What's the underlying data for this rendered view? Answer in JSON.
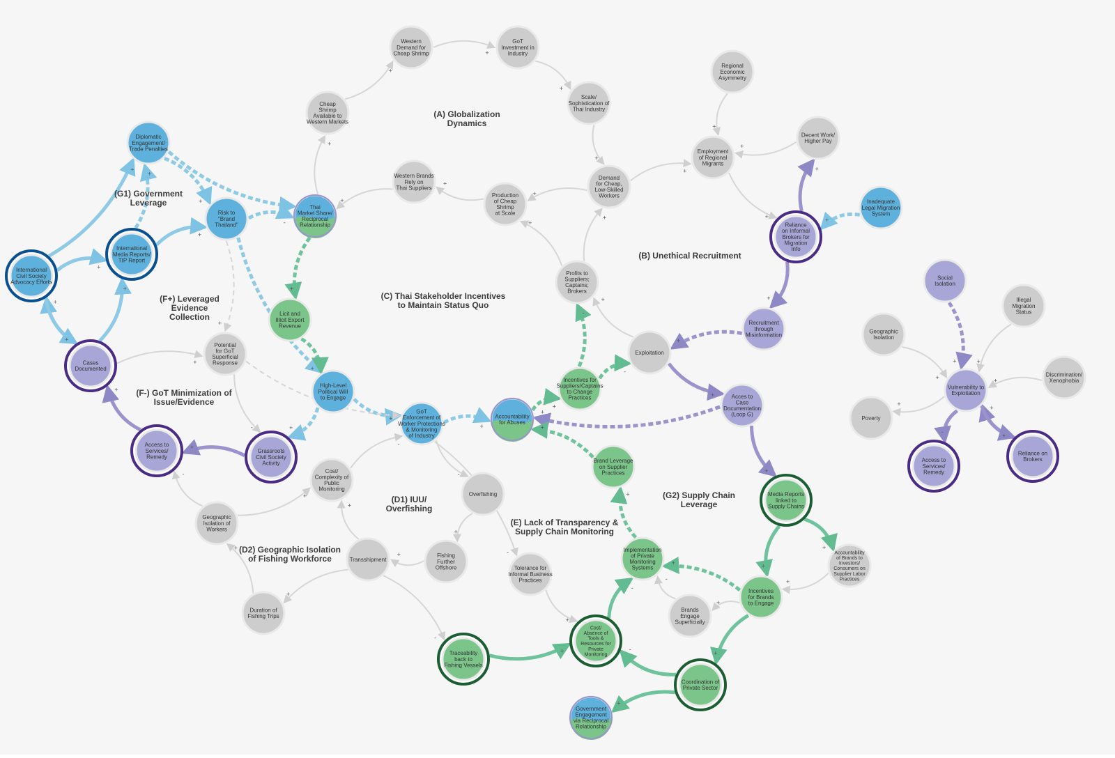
{
  "colors": {
    "background": "#f6f6f6",
    "grey_node": "#cdcdcd",
    "blue_node": "#5eb1dd",
    "blue_ring": "#0b4f93",
    "purple_node": "#a7a6d6",
    "purple_ring": "#4a2b86",
    "green_node": "#7cc58a",
    "green_ring": "#1b5e34",
    "edge_grey": "#d9d9d9",
    "edge_blue": "#8ecae6",
    "edge_purple": "#9a93cc",
    "edge_green": "#6fc39c"
  },
  "nodes": [
    {
      "id": "western-demand",
      "label": "Western\nDemand for\nCheap Shrimp",
      "color": "grey"
    },
    {
      "id": "got-investment",
      "label": "GoT\nInvestment in\nIndustry",
      "color": "grey"
    },
    {
      "id": "cheap-shrimp",
      "label": "Cheap\nShrimp\nAvailable to\nWestern Markets",
      "color": "grey"
    },
    {
      "id": "scale-sophistication",
      "label": "Scale/\nSophistication of\nThai Industry",
      "color": "grey"
    },
    {
      "id": "regional-economic",
      "label": "Regional\nEconomic\nAsymmetry",
      "color": "grey"
    },
    {
      "id": "decent-work",
      "label": "Decent Work/\nHigher Pay",
      "color": "grey"
    },
    {
      "id": "employment-regional",
      "label": "Employment\nof Regional\nMigrants",
      "color": "grey"
    },
    {
      "id": "diplomatic-engagement",
      "label": "Diplomatic\nEngagement/\nTrade Penalties",
      "color": "blue"
    },
    {
      "id": "western-brands",
      "label": "Western Brands\nRely on\nThai Suppliers",
      "color": "grey"
    },
    {
      "id": "demand-cheap",
      "label": "Demand\nfor Cheap,\nLow-Skilled\nWorkers",
      "color": "grey"
    },
    {
      "id": "production-cheap",
      "label": "Production\nof Cheap\nShrimp\nat Scale",
      "color": "grey"
    },
    {
      "id": "inadequate-legal",
      "label": "Inadequate\nLegal Migration\nSystem",
      "color": "blue"
    },
    {
      "id": "risk-brand",
      "label": "Risk to\n\"Brand\nThailand\"",
      "color": "blue"
    },
    {
      "id": "thai-market-share",
      "label": "Thai\nMarket Share/\nReciprocal\nRelationship",
      "color": "mix"
    },
    {
      "id": "reliance-informal",
      "label": "Reliance\non Informal\nBrokers for\nMigration\nInfo",
      "color": "purple",
      "ring": true
    },
    {
      "id": "intl-media",
      "label": "International\nMedia Reports/\nTIP Report",
      "color": "blue",
      "ring": true
    },
    {
      "id": "intl-civil",
      "label": "International\nCivil Society\nAdvocacy Efforts",
      "color": "blue",
      "ring": true
    },
    {
      "id": "profits-suppliers",
      "label": "Profits to\nSuppliers;\nCaptains;\nBrokers",
      "color": "grey"
    },
    {
      "id": "social-isolation",
      "label": "Social\nIsolation",
      "color": "purple"
    },
    {
      "id": "illegal-migration",
      "label": "Illegal\nMigration\nStatus",
      "color": "grey"
    },
    {
      "id": "licit-illicit",
      "label": "Licit and\nIllicit Export\nRevenue",
      "color": "green"
    },
    {
      "id": "recruitment-misinfo",
      "label": "Recruitment\nthrough\nMisinformation",
      "color": "purple"
    },
    {
      "id": "geographic-isolation-r",
      "label": "Geographic\nIsolation",
      "color": "grey"
    },
    {
      "id": "potential-got",
      "label": "Potential\nfor GoT\nSuperficial\nResponse",
      "color": "grey"
    },
    {
      "id": "exploitation",
      "label": "Exploitation",
      "color": "grey"
    },
    {
      "id": "cases-documented",
      "label": "Cases\nDocumented",
      "color": "purple",
      "ring": true
    },
    {
      "id": "discrimination",
      "label": "Discrimination/\nXenophobia",
      "color": "grey"
    },
    {
      "id": "incentives-suppliers",
      "label": "Incentives for\nSuppliers/Captains\nto Change\nPractices",
      "color": "green"
    },
    {
      "id": "high-level-political",
      "label": "High-Level\nPolitical Will\nto Engage",
      "color": "blue"
    },
    {
      "id": "vulnerability",
      "label": "Vulnerability to\nExploitation",
      "color": "purple"
    },
    {
      "id": "access-case-doc",
      "label": "Acces to\nCase\nDocumentation\n(Loop G)",
      "color": "purple"
    },
    {
      "id": "poverty",
      "label": "Poverty",
      "color": "grey"
    },
    {
      "id": "accountability-abuses",
      "label": "Accountability\nfor Abuses",
      "color": "mix"
    },
    {
      "id": "got-enforcement",
      "label": "GoT\nEnforcement of\nWorker Protections\n& Monitoring\nof Industry",
      "color": "blue"
    },
    {
      "id": "access-services-l",
      "label": "Access to\nServices/\nRemedy",
      "color": "purple",
      "ring": true
    },
    {
      "id": "grassroots",
      "label": "Grassroots\nCivil Society\nActivity",
      "color": "purple",
      "ring": true
    },
    {
      "id": "access-services-r",
      "label": "Access to\nServices/\nRemedy",
      "color": "purple",
      "ring": true
    },
    {
      "id": "reliance-brokers",
      "label": "Reliance on\nBrokers",
      "color": "purple",
      "ring": true
    },
    {
      "id": "brand-leverage",
      "label": "Brand Leverage\non Supplier\nPractices",
      "color": "green"
    },
    {
      "id": "cost-complexity",
      "label": "Cost/\nComplexity of\nPublic\nMonitoring",
      "color": "grey"
    },
    {
      "id": "media-reports-supply",
      "label": "Media Reports\nlinked to\nSupply Chains",
      "color": "green",
      "ring": true
    },
    {
      "id": "overfishing",
      "label": "Overfishing",
      "color": "grey"
    },
    {
      "id": "geographic-isolation-workers",
      "label": "Geographic\nIsolation of\nWorkers",
      "color": "grey"
    },
    {
      "id": "accountability-brands",
      "label": "Accountability\nof Brands to\nInvestors/\nConsumers on\nSupplier Labor\nPractices",
      "color": "grey"
    },
    {
      "id": "implementation-private",
      "label": "Implementation\nof Private\nMonitoring\nSystems",
      "color": "green"
    },
    {
      "id": "fishing-further",
      "label": "Fishing\nFurther\nOffshore",
      "color": "grey"
    },
    {
      "id": "transshipment",
      "label": "Transshipment",
      "color": "grey"
    },
    {
      "id": "tolerance-informal",
      "label": "Tolerance for\nInformal Business\nPractices",
      "color": "grey"
    },
    {
      "id": "incentives-brands",
      "label": "Incentives\nfor Brands\nto Engage",
      "color": "green"
    },
    {
      "id": "duration-fishing",
      "label": "Duration of\nFishing Trips",
      "color": "grey"
    },
    {
      "id": "brands-engage-superficially",
      "label": "Brands\nEngage\nSuperficially",
      "color": "grey"
    },
    {
      "id": "cost-absence-tools",
      "label": "Cost/\nAbsence of\nTools &\nResources for\nPrivate\nMonitoring",
      "color": "green",
      "ring": true
    },
    {
      "id": "traceability",
      "label": "Traceability\nback to\nFishing Vessels",
      "color": "green",
      "ring": true
    },
    {
      "id": "coordination-private",
      "label": "Coordination of\nPrivate Sector",
      "color": "green",
      "ring": true
    },
    {
      "id": "government-engagement",
      "label": "Government\nEngagement\nvia Reciprocal\nRelationship",
      "color": "mix"
    }
  ],
  "loop_labels": [
    {
      "id": "loop-a",
      "text": "(A) Globalization\nDynamics"
    },
    {
      "id": "loop-g1",
      "text": "(G1) Government\nLeverage"
    },
    {
      "id": "loop-b",
      "text": "(B) Unethical Recruitment"
    },
    {
      "id": "loop-fplus",
      "text": "(F+) Leveraged\nEvidence\nCollection"
    },
    {
      "id": "loop-c",
      "text": "(C) Thai Stakeholder Incentives\nto Maintain Status Quo"
    },
    {
      "id": "loop-fminus",
      "text": "(F-) GoT Minimization of\nIssue/Evidence"
    },
    {
      "id": "loop-d1",
      "text": "(D1) IUU/\nOverfishing"
    },
    {
      "id": "loop-g2",
      "text": "(G2) Supply Chain\nLeverage"
    },
    {
      "id": "loop-e",
      "text": "(E) Lack of Transparency &\nSupply Chain Monitoring"
    },
    {
      "id": "loop-d2",
      "text": "(D2) Geographic Isolation\nof Fishing Workforce"
    }
  ],
  "edges": [
    {
      "from": "western-demand",
      "to": "got-investment",
      "style": "grey",
      "sign": "+"
    },
    {
      "from": "cheap-shrimp",
      "to": "western-demand",
      "style": "grey",
      "sign": "+"
    },
    {
      "from": "got-investment",
      "to": "scale-sophistication",
      "style": "grey",
      "sign": "+"
    },
    {
      "from": "scale-sophistication",
      "to": "demand-cheap",
      "style": "grey",
      "sign": "+"
    },
    {
      "from": "thai-market-share",
      "to": "cheap-shrimp",
      "style": "grey",
      "sign": "+"
    },
    {
      "from": "western-brands",
      "to": "thai-market-share",
      "style": "grey",
      "sign": "+"
    },
    {
      "from": "production-cheap",
      "to": "western-brands",
      "style": "grey",
      "sign": "+"
    },
    {
      "from": "demand-cheap",
      "to": "production-cheap",
      "style": "grey",
      "sign": "+"
    },
    {
      "from": "demand-cheap",
      "to": "employment-regional",
      "style": "grey",
      "sign": "+"
    },
    {
      "from": "regional-economic",
      "to": "employment-regional",
      "style": "grey",
      "sign": "+"
    },
    {
      "from": "decent-work",
      "to": "employment-regional",
      "style": "grey",
      "sign": "+"
    },
    {
      "from": "employment-regional",
      "to": "reliance-informal",
      "style": "grey",
      "sign": "+"
    },
    {
      "from": "reliance-informal",
      "to": "decent-work",
      "style": "purple",
      "sign": "+"
    },
    {
      "from": "inadequate-legal",
      "to": "reliance-informal",
      "style": "blue-dash",
      "sign": "+"
    },
    {
      "from": "reliance-informal",
      "to": "recruitment-misinfo",
      "style": "purple",
      "sign": "+"
    },
    {
      "from": "recruitment-misinfo",
      "to": "exploitation",
      "style": "purple-dash",
      "sign": "+"
    },
    {
      "from": "exploitation",
      "to": "profits-suppliers",
      "style": "grey",
      "sign": "+"
    },
    {
      "from": "profits-suppliers",
      "to": "production-cheap",
      "style": "grey",
      "sign": "+"
    },
    {
      "from": "profits-suppliers",
      "to": "demand-cheap",
      "style": "grey",
      "sign": "+"
    },
    {
      "from": "exploitation",
      "to": "access-case-doc",
      "style": "purple",
      "sign": "+"
    },
    {
      "from": "access-case-doc",
      "to": "accountability-abuses",
      "style": "purple-dash",
      "sign": "+"
    },
    {
      "from": "access-case-doc",
      "to": "media-reports-supply",
      "style": "purple",
      "sign": "+"
    },
    {
      "from": "incentives-suppliers",
      "to": "exploitation",
      "style": "green-dash",
      "sign": "-"
    },
    {
      "from": "incentives-suppliers",
      "to": "profits-suppliers",
      "style": "green-dash",
      "sign": "-"
    },
    {
      "from": "accountability-abuses",
      "to": "incentives-suppliers",
      "style": "green-dash",
      "sign": "+"
    },
    {
      "from": "brand-leverage",
      "to": "accountability-abuses",
      "style": "green-dash",
      "sign": "+"
    },
    {
      "from": "implementation-private",
      "to": "brand-leverage",
      "style": "green-dash",
      "sign": "+"
    },
    {
      "from": "incentives-brands",
      "to": "implementation-private",
      "style": "green-dash",
      "sign": "+"
    },
    {
      "from": "media-reports-supply",
      "to": "accountability-brands",
      "style": "green",
      "sign": "+"
    },
    {
      "from": "media-reports-supply",
      "to": "incentives-brands",
      "style": "green",
      "sign": "+"
    },
    {
      "from": "accountability-brands",
      "to": "incentives-brands",
      "style": "grey",
      "sign": "+"
    },
    {
      "from": "incentives-brands",
      "to": "brands-engage-superficially",
      "style": "grey",
      "sign": "+"
    },
    {
      "from": "brands-engage-superficially",
      "to": "implementation-private",
      "style": "grey",
      "sign": "-"
    },
    {
      "from": "incentives-brands",
      "to": "coordination-private",
      "style": "green",
      "sign": "+"
    },
    {
      "from": "coordination-private",
      "to": "cost-absence-tools",
      "style": "green",
      "sign": "-"
    },
    {
      "from": "coordination-private",
      "to": "government-engagement",
      "style": "green",
      "sign": "+"
    },
    {
      "from": "cost-absence-tools",
      "to": "implementation-private",
      "style": "green",
      "sign": "-"
    },
    {
      "from": "traceability",
      "to": "cost-absence-tools",
      "style": "green",
      "sign": "+"
    },
    {
      "from": "transshipment",
      "to": "traceability",
      "style": "grey",
      "sign": "-"
    },
    {
      "from": "tolerance-informal",
      "to": "cost-absence-tools",
      "style": "grey",
      "sign": "+"
    },
    {
      "from": "got-enforcement",
      "to": "tolerance-informal",
      "style": "grey",
      "sign": "-"
    },
    {
      "from": "got-enforcement",
      "to": "overfishing",
      "style": "grey",
      "sign": "-"
    },
    {
      "from": "got-enforcement",
      "to": "accountability-abuses",
      "style": "blue-dash",
      "sign": "+"
    },
    {
      "from": "overfishing",
      "to": "fishing-further",
      "style": "grey",
      "sign": "+"
    },
    {
      "from": "fishing-further",
      "to": "transshipment",
      "style": "grey",
      "sign": "+"
    },
    {
      "from": "transshipment",
      "to": "duration-fishing",
      "style": "grey",
      "sign": "+"
    },
    {
      "from": "transshipment",
      "to": "cost-complexity",
      "style": "grey",
      "sign": "+"
    },
    {
      "from": "duration-fishing",
      "to": "geographic-isolation-workers",
      "style": "grey",
      "sign": "+"
    },
    {
      "from": "geographic-isolation-workers",
      "to": "access-services-l",
      "style": "grey",
      "sign": "-"
    },
    {
      "from": "geographic-isolation-workers",
      "to": "cost-complexity",
      "style": "grey",
      "sign": "+"
    },
    {
      "from": "cost-complexity",
      "to": "got-enforcement",
      "style": "grey",
      "sign": "-"
    },
    {
      "from": "grassroots",
      "to": "access-services-l",
      "style": "purple",
      "sign": "+"
    },
    {
      "from": "access-services-l",
      "to": "cases-documented",
      "style": "purple",
      "sign": "+"
    },
    {
      "from": "cases-documented",
      "to": "intl-media",
      "style": "blue",
      "sign": "+"
    },
    {
      "from": "cases-documented",
      "to": "intl-civil",
      "style": "blue",
      "sign": "+"
    },
    {
      "from": "intl-civil",
      "to": "cases-documented",
      "style": "blue",
      "sign": "+"
    },
    {
      "from": "intl-civil",
      "to": "intl-media",
      "style": "blue",
      "sign": "+"
    },
    {
      "from": "intl-civil",
      "to": "diplomatic-engagement",
      "style": "blue",
      "sign": "+"
    },
    {
      "from": "intl-media",
      "to": "risk-brand",
      "style": "blue",
      "sign": "+"
    },
    {
      "from": "intl-media",
      "to": "diplomatic-engagement",
      "style": "blue-dash",
      "sign": "+"
    },
    {
      "from": "diplomatic-engagement",
      "to": "risk-brand",
      "style": "blue-dash",
      "sign": "+"
    },
    {
      "from": "diplomatic-engagement",
      "to": "thai-market-share",
      "style": "blue-dash",
      "sign": "-"
    },
    {
      "from": "risk-brand",
      "to": "thai-market-share",
      "style": "blue-dash",
      "sign": "-"
    },
    {
      "from": "risk-brand",
      "to": "high-level-political",
      "style": "blue-dash",
      "sign": "+"
    },
    {
      "from": "risk-brand",
      "to": "potential-got",
      "style": "grey-dash",
      "sign": "+"
    },
    {
      "from": "thai-market-share",
      "to": "licit-illicit",
      "style": "green-dash",
      "sign": "+"
    },
    {
      "from": "licit-illicit",
      "to": "high-level-political",
      "style": "green-dash",
      "sign": "-"
    },
    {
      "from": "high-level-political",
      "to": "got-enforcement",
      "style": "blue-dash",
      "sign": "+"
    },
    {
      "from": "high-level-political",
      "to": "grassroots",
      "style": "blue-dash",
      "sign": "+"
    },
    {
      "from": "potential-got",
      "to": "got-enforcement",
      "style": "grey-dash",
      "sign": "-"
    },
    {
      "from": "cases-documented",
      "to": "potential-got",
      "style": "grey",
      "sign": "+"
    },
    {
      "from": "potential-got",
      "to": "grassroots",
      "style": "grey",
      "sign": "-"
    },
    {
      "from": "social-isolation",
      "to": "vulnerability",
      "style": "purple-dash",
      "sign": "+"
    },
    {
      "from": "illegal-migration",
      "to": "vulnerability",
      "style": "grey",
      "sign": "+"
    },
    {
      "from": "geographic-isolation-r",
      "to": "vulnerability",
      "style": "grey",
      "sign": "+"
    },
    {
      "from": "discrimination",
      "to": "vulnerability",
      "style": "grey",
      "sign": "+"
    },
    {
      "from": "vulnerability",
      "to": "poverty",
      "style": "grey",
      "sign": "+"
    },
    {
      "from": "vulnerability",
      "to": "access-services-r",
      "style": "purple",
      "sign": "-"
    },
    {
      "from": "reliance-brokers",
      "to": "vulnerability",
      "style": "purple",
      "sign": "+"
    },
    {
      "from": "vulnerability",
      "to": "reliance-brokers",
      "style": "purple",
      "sign": "+"
    }
  ]
}
